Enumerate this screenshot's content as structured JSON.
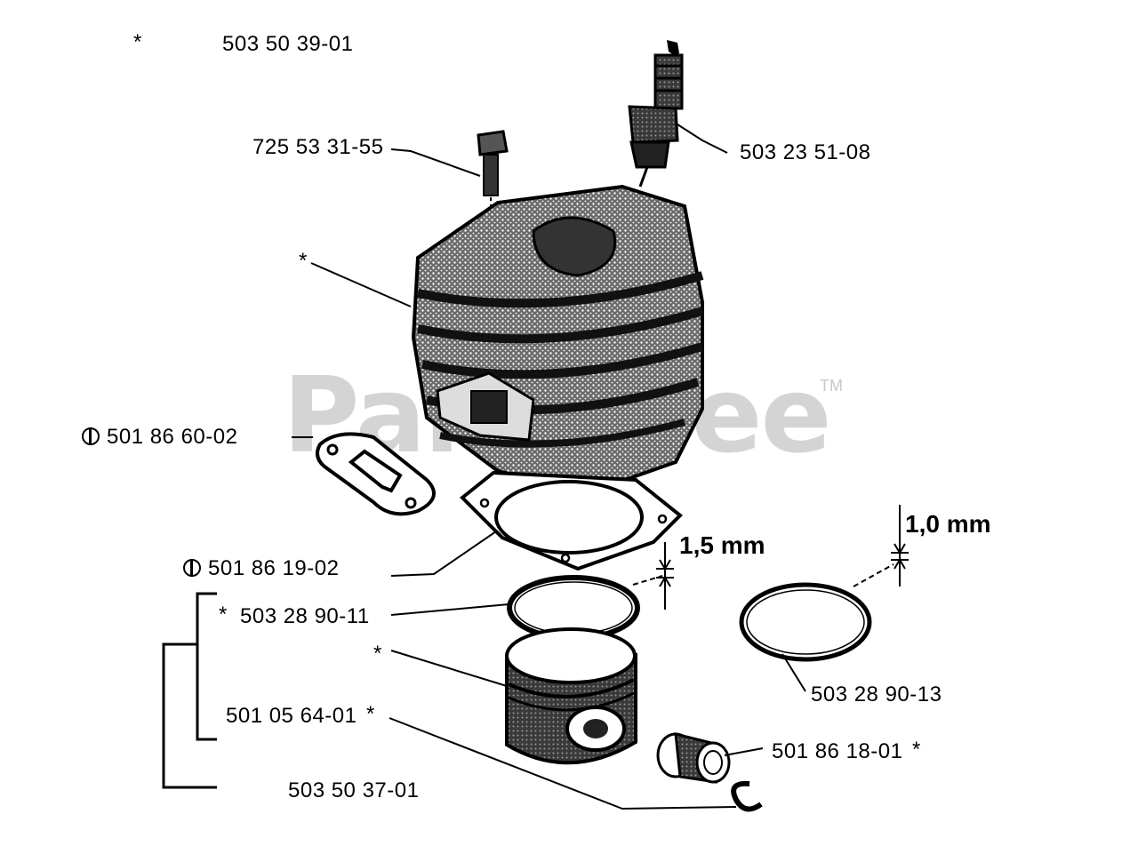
{
  "watermark": {
    "text": "PartsTree",
    "tm": "TM"
  },
  "labels": {
    "kit_top": "503 50 39-01",
    "star_top": "*",
    "bolt": "725 53 31-55",
    "spark_plug": "503 23 51-08",
    "cylinder_star": "*",
    "muffler_gasket": "501 86 60-02",
    "base_gasket": "501 86 19-02",
    "ring_right_dim": "1,0 mm",
    "ring_left_dim": "1,5 mm",
    "piston_ring": "503 28 90-11",
    "piston_ring_star": "*",
    "piston_star": "*",
    "piston_ring_right": "503 28 90-13",
    "piston": "501 05 64-01",
    "piston_star2": "*",
    "needle_bearing": "501 86 18-01",
    "needle_bearing_star": "*",
    "piston_kit": "503 50 37-01"
  }
}
